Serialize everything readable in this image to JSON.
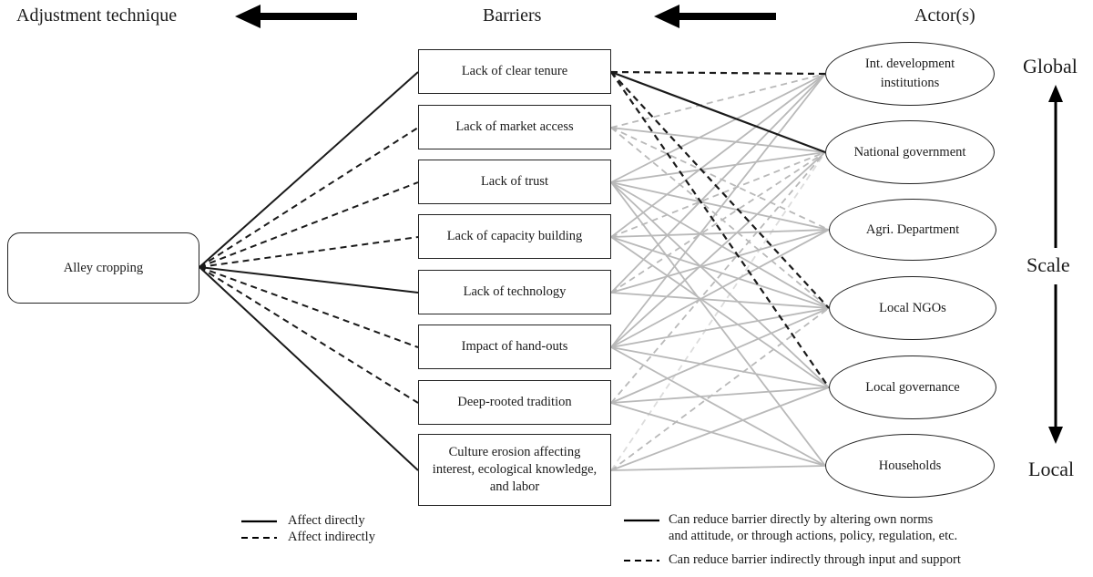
{
  "headers": {
    "technique": "Adjustment technique",
    "barriers": "Barriers",
    "actors": "Actor(s)"
  },
  "technique": {
    "label": "Alley cropping"
  },
  "barriers": [
    {
      "label": "Lack of clear tenure",
      "technique_link": "direct"
    },
    {
      "label": "Lack of market access",
      "technique_link": "indirect"
    },
    {
      "label": "Lack of trust",
      "technique_link": "indirect"
    },
    {
      "label": "Lack of capacity building",
      "technique_link": "indirect"
    },
    {
      "label": "Lack of technology",
      "technique_link": "direct"
    },
    {
      "label": "Impact of hand-outs",
      "technique_link": "indirect"
    },
    {
      "label": "Deep-rooted tradition",
      "technique_link": "indirect"
    },
    {
      "label": "Culture erosion affecting interest, ecological knowledge, and labor",
      "technique_link": "direct"
    }
  ],
  "actors": [
    {
      "label": "Int. development institutions"
    },
    {
      "label": "National government"
    },
    {
      "label": "Agri. Department"
    },
    {
      "label": "Local NGOs"
    },
    {
      "label": "Local governance"
    },
    {
      "label": "Households"
    }
  ],
  "actor_links": [
    {
      "barrier": 0,
      "actor": 0,
      "type": "indirect",
      "emphasis": "highlight"
    },
    {
      "barrier": 0,
      "actor": 1,
      "type": "direct",
      "emphasis": "highlight"
    },
    {
      "barrier": 0,
      "actor": 3,
      "type": "indirect",
      "emphasis": "highlight"
    },
    {
      "barrier": 0,
      "actor": 4,
      "type": "indirect",
      "emphasis": "highlight"
    },
    {
      "barrier": 1,
      "actor": 0,
      "type": "indirect",
      "emphasis": "muted"
    },
    {
      "barrier": 1,
      "actor": 1,
      "type": "direct",
      "emphasis": "muted"
    },
    {
      "barrier": 1,
      "actor": 2,
      "type": "indirect",
      "emphasis": "muted"
    },
    {
      "barrier": 1,
      "actor": 3,
      "type": "indirect",
      "emphasis": "muted"
    },
    {
      "barrier": 2,
      "actor": 0,
      "type": "direct",
      "emphasis": "muted"
    },
    {
      "barrier": 2,
      "actor": 1,
      "type": "direct",
      "emphasis": "muted"
    },
    {
      "barrier": 2,
      "actor": 2,
      "type": "direct",
      "emphasis": "muted"
    },
    {
      "barrier": 2,
      "actor": 3,
      "type": "direct",
      "emphasis": "muted"
    },
    {
      "barrier": 2,
      "actor": 4,
      "type": "direct",
      "emphasis": "muted"
    },
    {
      "barrier": 2,
      "actor": 5,
      "type": "direct",
      "emphasis": "muted"
    },
    {
      "barrier": 3,
      "actor": 0,
      "type": "direct",
      "emphasis": "muted"
    },
    {
      "barrier": 3,
      "actor": 1,
      "type": "indirect",
      "emphasis": "muted"
    },
    {
      "barrier": 3,
      "actor": 2,
      "type": "direct",
      "emphasis": "muted"
    },
    {
      "barrier": 3,
      "actor": 3,
      "type": "direct",
      "emphasis": "muted"
    },
    {
      "barrier": 3,
      "actor": 4,
      "type": "direct",
      "emphasis": "muted"
    },
    {
      "barrier": 4,
      "actor": 0,
      "type": "direct",
      "emphasis": "muted"
    },
    {
      "barrier": 4,
      "actor": 1,
      "type": "indirect",
      "emphasis": "muted"
    },
    {
      "barrier": 4,
      "actor": 2,
      "type": "direct",
      "emphasis": "muted"
    },
    {
      "barrier": 4,
      "actor": 3,
      "type": "direct",
      "emphasis": "muted"
    },
    {
      "barrier": 5,
      "actor": 0,
      "type": "direct",
      "emphasis": "muted"
    },
    {
      "barrier": 5,
      "actor": 1,
      "type": "direct",
      "emphasis": "muted"
    },
    {
      "barrier": 5,
      "actor": 2,
      "type": "direct",
      "emphasis": "muted"
    },
    {
      "barrier": 5,
      "actor": 3,
      "type": "direct",
      "emphasis": "muted"
    },
    {
      "barrier": 5,
      "actor": 4,
      "type": "direct",
      "emphasis": "muted"
    },
    {
      "barrier": 5,
      "actor": 5,
      "type": "direct",
      "emphasis": "muted"
    },
    {
      "barrier": 6,
      "actor": 1,
      "type": "indirect",
      "emphasis": "muted"
    },
    {
      "barrier": 6,
      "actor": 3,
      "type": "direct",
      "emphasis": "muted"
    },
    {
      "barrier": 6,
      "actor": 4,
      "type": "direct",
      "emphasis": "muted"
    },
    {
      "barrier": 6,
      "actor": 5,
      "type": "direct",
      "emphasis": "muted"
    },
    {
      "barrier": 7,
      "actor": 1,
      "type": "indirect",
      "emphasis": "faint"
    },
    {
      "barrier": 7,
      "actor": 3,
      "type": "indirect",
      "emphasis": "muted"
    },
    {
      "barrier": 7,
      "actor": 4,
      "type": "direct",
      "emphasis": "muted"
    },
    {
      "barrier": 7,
      "actor": 5,
      "type": "direct",
      "emphasis": "muted"
    }
  ],
  "scale": {
    "top": "Global",
    "middle": "Scale",
    "bottom": "Local"
  },
  "legend": {
    "technique": [
      {
        "style": "direct",
        "label": "Affect directly"
      },
      {
        "style": "indirect",
        "label": "Affect indirectly"
      }
    ],
    "actors": [
      {
        "style": "direct",
        "label_line1": "Can  reduce barrier directly by altering own norms",
        "label_line2": "and attitude, or through actions, policy, regulation, etc."
      },
      {
        "style": "indirect",
        "label_line1": "Can reduce barrier indirectly through input and support"
      }
    ]
  },
  "colors": {
    "ink": "#1a1a1a",
    "muted_line": "#b9b9b9",
    "faint_line": "#dcdcdc"
  }
}
